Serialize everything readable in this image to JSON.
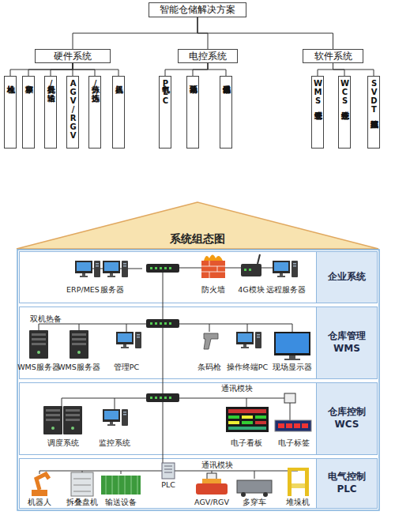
{
  "diagram": {
    "nodes": [
      {
        "text": [
          "智能仓储解决方案"
        ]
      },
      {
        "text": [
          "硬件系统"
        ]
      },
      {
        "text": [
          "电控系统"
        ]
      },
      {
        "text": [
          "软件系统"
        ]
      },
      {
        "text": [
          "堆垛机"
        ]
      },
      {
        "text": [
          "穿梭车"
        ]
      },
      {
        "text": [
          "提升机/输送"
        ]
      },
      {
        "text": [
          "AGV/RGV"
        ]
      },
      {
        "text": [
          "分拣/拣选"
        ]
      },
      {
        "text": [
          "机器人"
        ]
      },
      {
        "text": [
          "电气PLC"
        ]
      },
      {
        "text": [
          "驱动单元"
        ]
      },
      {
        "text": [
          "通讯传感器"
        ]
      },
      {
        "text": [
          "WMS仓管系统"
        ]
      },
      {
        "text": [
          "WCS仓控系统"
        ]
      },
      {
        "text": [
          "SVDT视频追踪"
        ]
      },
      {
        "text": [
          "系统组态图"
        ]
      },
      {
        "text": [
          "企业系统"
        ]
      },
      {
        "text": [
          "仓库管理 WMS"
        ]
      },
      {
        "text": [
          "仓库控制 WCS"
        ]
      },
      {
        "text": [
          "电气控制 PLC"
        ]
      }
    ],
    "edges": [
      {
        "from": 0,
        "to": 1,
        "arrow": "none"
      },
      {
        "from": 0,
        "to": 2,
        "arrow": "none"
      },
      {
        "from": 0,
        "to": 3,
        "arrow": "none"
      },
      {
        "from": 1,
        "to": 4,
        "arrow": "none"
      },
      {
        "from": 1,
        "to": 5,
        "arrow": "none"
      },
      {
        "from": 1,
        "to": 6,
        "arrow": "none"
      },
      {
        "from": 1,
        "to": 7,
        "arrow": "none"
      },
      {
        "from": 1,
        "to": 8,
        "arrow": "none"
      },
      {
        "from": 1,
        "to": 9,
        "arrow": "none"
      },
      {
        "from": 2,
        "to": 10,
        "arrow": "none"
      },
      {
        "from": 2,
        "to": 11,
        "arrow": "none"
      },
      {
        "from": 2,
        "to": 12,
        "arrow": "none"
      },
      {
        "from": 3,
        "to": 13,
        "arrow": "none"
      },
      {
        "from": 3,
        "to": 14,
        "arrow": "none"
      },
      {
        "from": 3,
        "to": 15,
        "arrow": "none"
      }
    ],
    "labels": [
      "ERP/MES",
      "服务器",
      "防火墙",
      "4G模块",
      "远程服务器",
      "双机热备",
      "WMS服务器",
      "WMS服务器",
      "管理PC",
      "条码枪",
      "操作终端PC",
      "现场显示器",
      "通讯模块",
      "调度系统",
      "监控系统",
      "电子看板",
      "电子标签",
      "PLC",
      "通讯模块",
      "机器人",
      "拆叠盘机",
      "输送设备",
      "AGV/RGV",
      "多穿车",
      "堆垛机"
    ]
  }
}
